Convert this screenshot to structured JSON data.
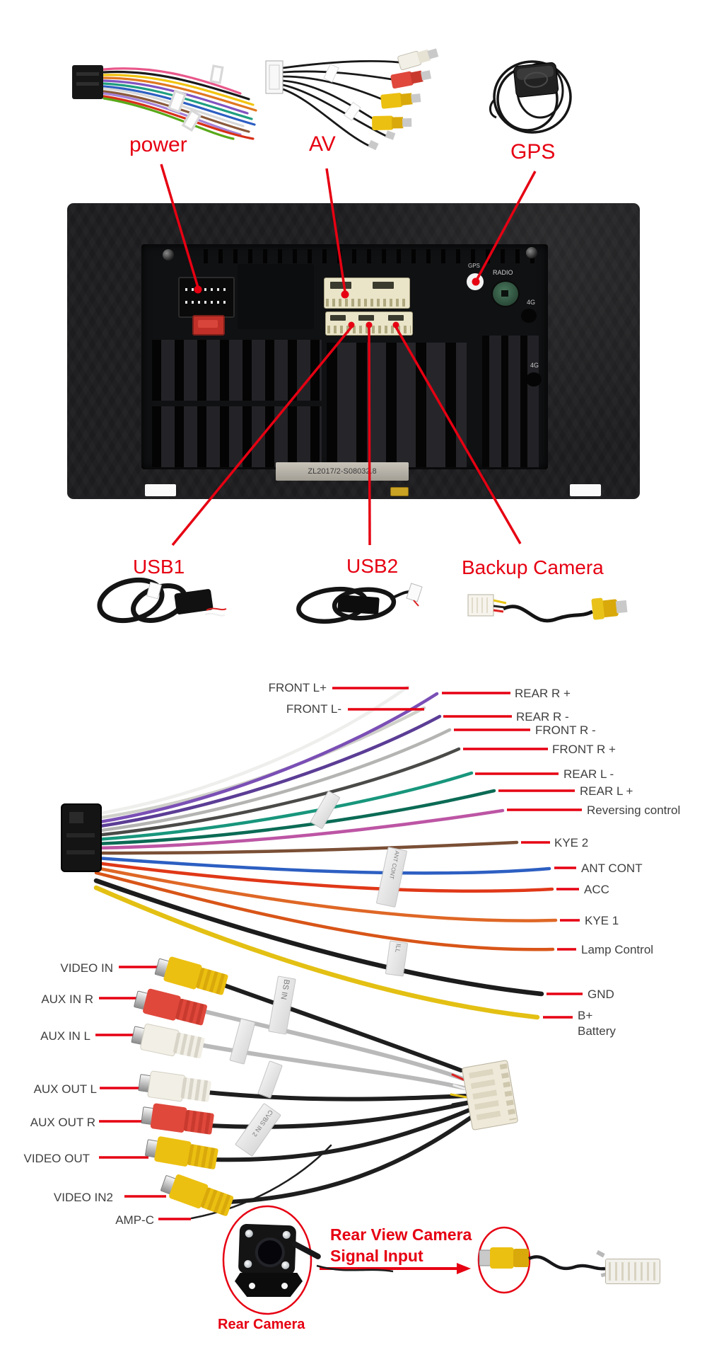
{
  "accent_color": "#e60012",
  "top": {
    "items": [
      {
        "label": "power"
      },
      {
        "label": "AV"
      },
      {
        "label": "GPS"
      }
    ]
  },
  "unit": {
    "gps": "GPS",
    "radio": "RADIO",
    "g4a": "4G",
    "g4b": "4G",
    "plate": "ZL2017/2-S08032.8"
  },
  "mid": {
    "items": [
      {
        "label": "USB1"
      },
      {
        "label": "USB2"
      },
      {
        "label": "Backup Camera"
      }
    ]
  },
  "harness": {
    "wires": [
      {
        "label": "FRONT L+",
        "color": "#eeeeec"
      },
      {
        "label": "FRONT L-",
        "color": "#d0d0ca"
      },
      {
        "label": "REAR R +",
        "color": "#7a4fb5"
      },
      {
        "label": "REAR R -",
        "color": "#5b3d95"
      },
      {
        "label": "FRONT R -",
        "color": "#b4b4b2"
      },
      {
        "label": "FRONT R +",
        "color": "#4a4a48"
      },
      {
        "label": "REAR L -",
        "color": "#18967c"
      },
      {
        "label": "REAR L +",
        "color": "#0b6b55"
      },
      {
        "label": "Reversing control",
        "color": "#bd55a4"
      },
      {
        "label": "KYE 2",
        "color": "#7a4f35"
      },
      {
        "label": "ANT CONT",
        "color": "#2d5fc2"
      },
      {
        "label": "ACC",
        "color": "#e03818"
      },
      {
        "label": "KYE 1",
        "color": "#df6726"
      },
      {
        "label": "Lamp Control",
        "color": "#d85518"
      },
      {
        "label": "GND",
        "color": "#1c1c1c"
      },
      {
        "label": "B+\nBattery",
        "color": "#e3c013"
      }
    ],
    "rca": [
      {
        "label": "VIDEO IN",
        "color": "#ecc011"
      },
      {
        "label": "AUX IN R",
        "color": "#e0483c"
      },
      {
        "label": "AUX IN L",
        "color": "#f2efe6"
      },
      {
        "label": "AUX OUT L",
        "color": "#f2efe6"
      },
      {
        "label": "AUX OUT R",
        "color": "#e0483c"
      },
      {
        "label": "VIDEO OUT",
        "color": "#ecc011"
      },
      {
        "label": "VIDEO IN2",
        "color": "#ecc011"
      },
      {
        "label": "AMP-C",
        "color": "#1c1c1c"
      }
    ],
    "tags": [
      "BS IN",
      "CVBS IN 2",
      "ANT CONT",
      "ILL"
    ]
  },
  "camera": {
    "title": "Rear View Camera\nSignal Input",
    "label": "Rear Camera"
  }
}
